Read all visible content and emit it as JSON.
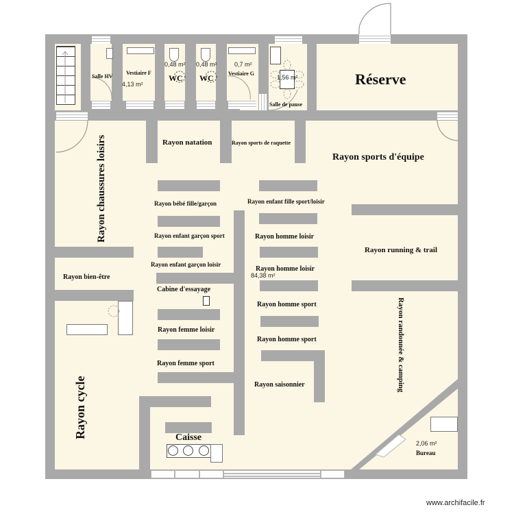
{
  "plan": {
    "rooms": {
      "reserve": "Réserve",
      "rayon_sports_equipe": "Rayon sports d'équipe",
      "rayon_chaussures_loisirs": "Rayon chaussures loisirs",
      "rayon_natation": "Rayon natation",
      "rayon_sports_raquette": "Rayon sports de raquette",
      "rayon_bebe": "Rayon bébé fille/garçon",
      "rayon_enfant_fille": "Rayon enfant fille sport/loisir",
      "rayon_enfant_garcon_sport": "Rayon enfant garçon sport",
      "rayon_homme_loisir_1": "Rayon homme loisir",
      "rayon_enfant_garcon_loisir": "Rayon enfant garçon loisir",
      "rayon_homme_loisir_2": "Rayon homme loisir",
      "cabine": "Cabine d'essayage",
      "rayon_homme_sport_1": "Rayon homme sport",
      "rayon_femme_loisir": "Rayon femme loisir",
      "rayon_homme_sport_2": "Rayon homme sport",
      "rayon_femme_sport": "Rayon femme sport",
      "rayon_saisonnier": "Rayon saisonnier",
      "rayon_bien_etre": "Rayon bien-être",
      "rayon_running": "Rayon running & trail",
      "rayon_randonnee": "Rayon randonnée & camping",
      "rayon_cycle": "Rayon cycle",
      "caisse": "Caisse",
      "bureau": "Bureau",
      "salle_hv": "Salle HV",
      "vestiaire_f": "Vestiaire F",
      "wc_1": "WC",
      "wc_2": "WC",
      "vestiaire_g": "Vestiaire G",
      "salle_pause": "Salle de pause"
    },
    "areas": {
      "main": "84,38 m²",
      "vestiaire_f": "4,13 m²",
      "wc_1": "0,48 m²",
      "wc_2": "0,48 m²",
      "vestiaire_g": "0,7 m²",
      "salle_pause": "1,56 m²",
      "bureau": "2,06 m²"
    },
    "colors": {
      "floor": "#fcf6e4",
      "wall": "#a9a9a9"
    }
  },
  "footer": {
    "watermark": "www.archifacile.fr"
  }
}
